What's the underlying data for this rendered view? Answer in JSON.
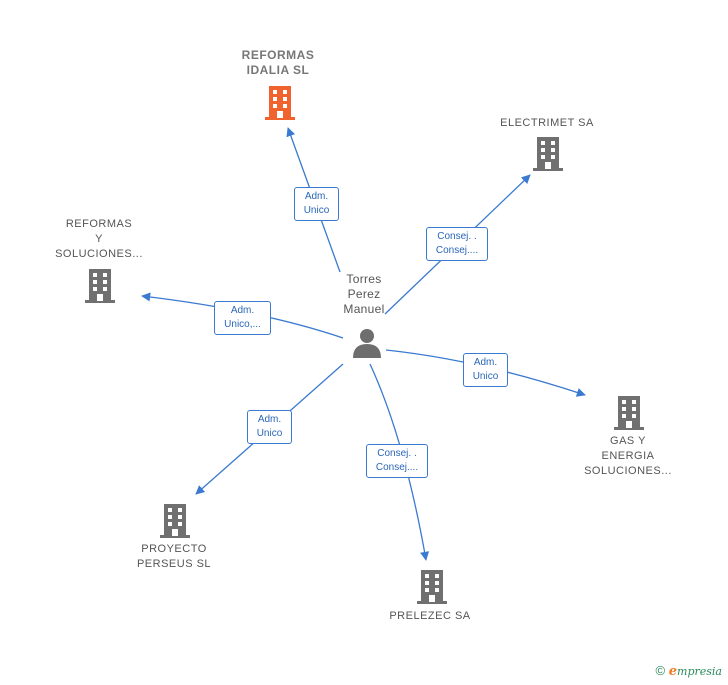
{
  "center": {
    "label": "Torres\nPerez\nManuel",
    "icon": "person-icon"
  },
  "companies": [
    {
      "id": "reformas-idalia",
      "label": "REFORMAS\nIDALIA  SL",
      "highlight": true,
      "color": "#f0622e"
    },
    {
      "id": "electrimet",
      "label": "ELECTRIMET SA",
      "highlight": false,
      "color": "#707070"
    },
    {
      "id": "reformas-soluciones",
      "label": "REFORMAS\nY\nSOLUCIONES...",
      "highlight": false,
      "color": "#707070"
    },
    {
      "id": "gas-energia",
      "label": "GAS Y\nENERGIA\nSOLUCIONES...",
      "highlight": false,
      "color": "#707070"
    },
    {
      "id": "proyecto-perseus",
      "label": "PROYECTO\nPERSEUS  SL",
      "highlight": false,
      "color": "#707070"
    },
    {
      "id": "prelezec",
      "label": "PRELEZEC SA",
      "highlight": false,
      "color": "#707070"
    }
  ],
  "edges": [
    {
      "to": "reformas-idalia",
      "line1": "Adm.",
      "line2": "Unico"
    },
    {
      "to": "electrimet",
      "line1": "Consej. .",
      "line2": "Consej...."
    },
    {
      "to": "reformas-soluciones",
      "line1": "Adm.",
      "line2": "Unico,..."
    },
    {
      "to": "gas-energia",
      "line1": "Adm.",
      "line2": "Unico"
    },
    {
      "to": "proyecto-perseus",
      "line1": "Adm.",
      "line2": "Unico"
    },
    {
      "to": "prelezec",
      "line1": "Consej. .",
      "line2": "Consej...."
    }
  ],
  "edge_color": "#3a7ad0",
  "brand": {
    "copyright": "©",
    "e": "e",
    "rest": "mpresia"
  }
}
